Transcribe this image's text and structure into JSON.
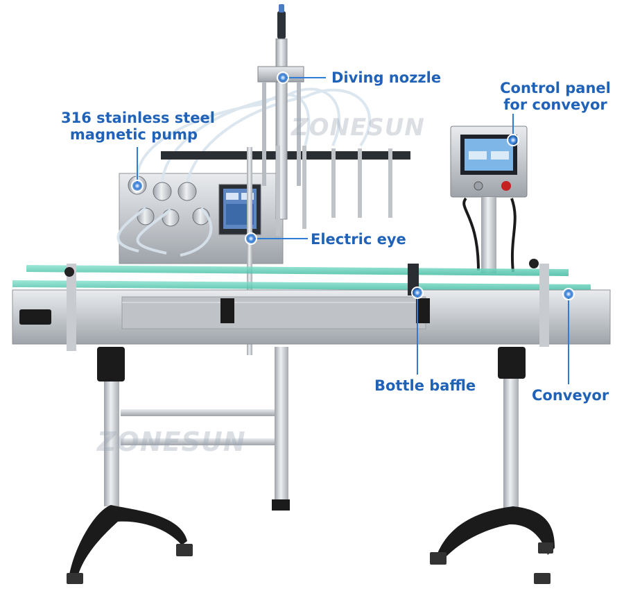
{
  "labels": {
    "pump_line1": "316 stainless steel",
    "pump_line2": "magnetic pump",
    "diving_nozzle": "Diving nozzle",
    "control_line1": "Control panel",
    "control_line2": "for conveyor",
    "electric_eye": "Electric eye",
    "bottle_baffle": "Bottle baffle",
    "conveyor": "Conveyor"
  },
  "watermark": "ZONESUN",
  "colors": {
    "label_text": "#1f62b8",
    "callout_line": "#2f7bd6",
    "conveyor_belt": "#5fd0b8",
    "steel": "#c9ccd0",
    "rubber": "#1b1b1b"
  }
}
